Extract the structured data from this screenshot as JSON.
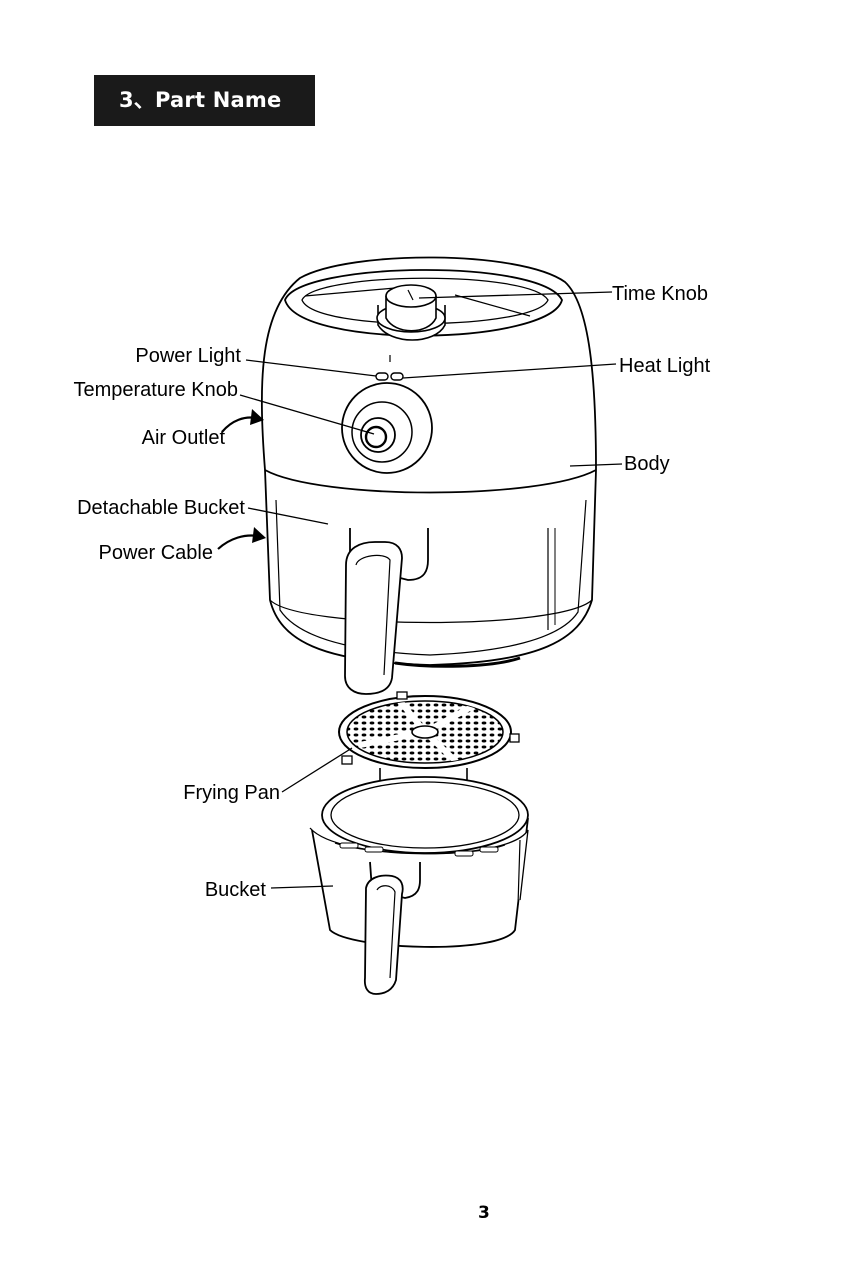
{
  "heading": {
    "label": "3、Part Name"
  },
  "labels": {
    "time_knob": "Time Knob",
    "power_light": "Power Light",
    "heat_light": "Heat Light",
    "temperature_knob": "Temperature Knob",
    "air_outlet": "Air Outlet",
    "body": "Body",
    "detachable_bucket": "Detachable Bucket",
    "power_cable": "Power Cable",
    "frying_pan": "Frying Pan",
    "bucket": "Bucket"
  },
  "page_number": "3"
}
